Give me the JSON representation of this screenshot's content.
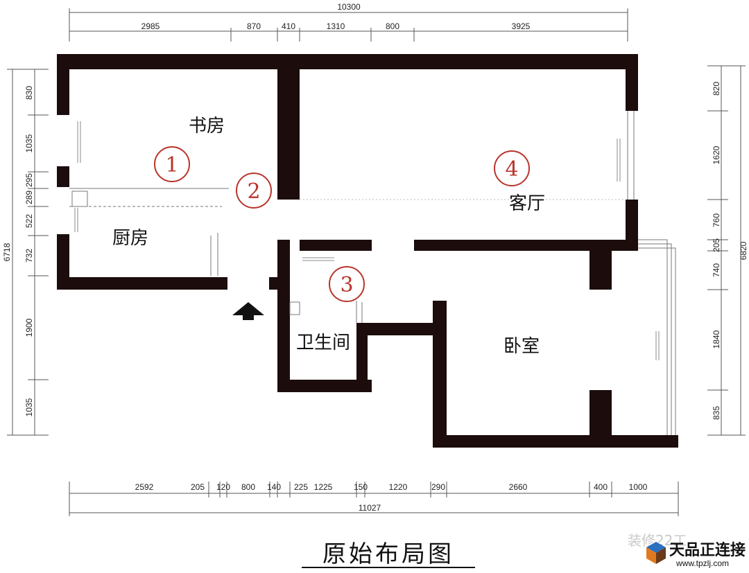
{
  "title": "原始布局图",
  "top_total": "10300",
  "top_dims": [
    "2985",
    "870",
    "410",
    "1310",
    "800",
    "3925"
  ],
  "bottom_dims": [
    "2592",
    "205",
    "120",
    "800",
    "140",
    "225",
    "1225",
    "150",
    "1220",
    "290",
    "2660",
    "400",
    "1000"
  ],
  "bottom_total": "11027",
  "left_total": "6718",
  "left_dims": [
    "830",
    "1035",
    "295",
    "289",
    "522",
    "732",
    "1900",
    "1035"
  ],
  "right_total": "6820",
  "right_dims": [
    "820",
    "1620",
    "760",
    "205",
    "740",
    "1840",
    "835"
  ],
  "rooms": {
    "study": "书房",
    "kitchen": "厨房",
    "living": "客厅",
    "bathroom": "卫生间",
    "bedroom": "卧室"
  },
  "markers": [
    "1",
    "2",
    "3",
    "4"
  ],
  "watermark": "装修22工",
  "brand_name": "天品正连接",
  "brand_url": "www.tpzlj.com",
  "colors": {
    "wall": "#1c0c0c",
    "marker": "#b8342a"
  }
}
